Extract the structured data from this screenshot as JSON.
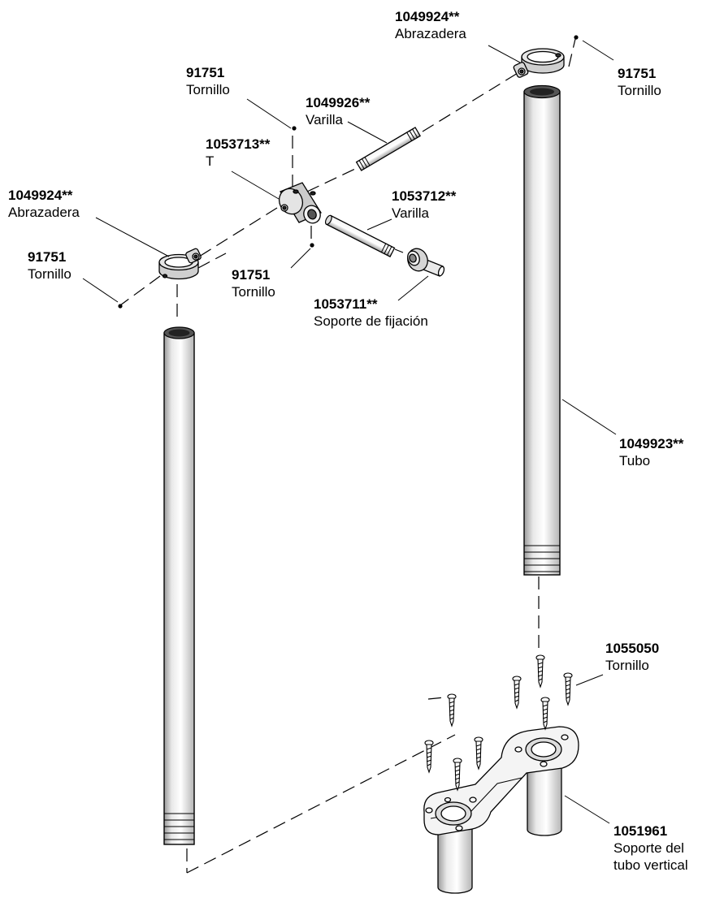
{
  "callouts": {
    "clamp_top": {
      "part": "1049924**",
      "name": "Abrazadera"
    },
    "screw_top_right": {
      "part": "91751",
      "name": "Tornillo"
    },
    "screw_top_left": {
      "part": "91751",
      "name": "Tornillo"
    },
    "rod_upper": {
      "part": "1049926**",
      "name": "Varilla"
    },
    "tee": {
      "part": "1053713**",
      "name": "T"
    },
    "clamp_left": {
      "part": "1049924**",
      "name": "Abrazadera"
    },
    "rod_lower": {
      "part": "1053712**",
      "name": "Varilla"
    },
    "screw_left": {
      "part": "91751",
      "name": "Tornillo"
    },
    "screw_tee_bottom": {
      "part": "91751",
      "name": "Tornillo"
    },
    "mount_bracket": {
      "part": "1053711**",
      "name": "Soporte de fijación"
    },
    "tube": {
      "part": "1049923**",
      "name": "Tubo"
    },
    "base_screws": {
      "part": "1055050",
      "name": "Tornillo"
    },
    "base_support": {
      "part": "1051961",
      "name_line1": "Soporte del",
      "name_line2": "tubo vertical"
    }
  }
}
